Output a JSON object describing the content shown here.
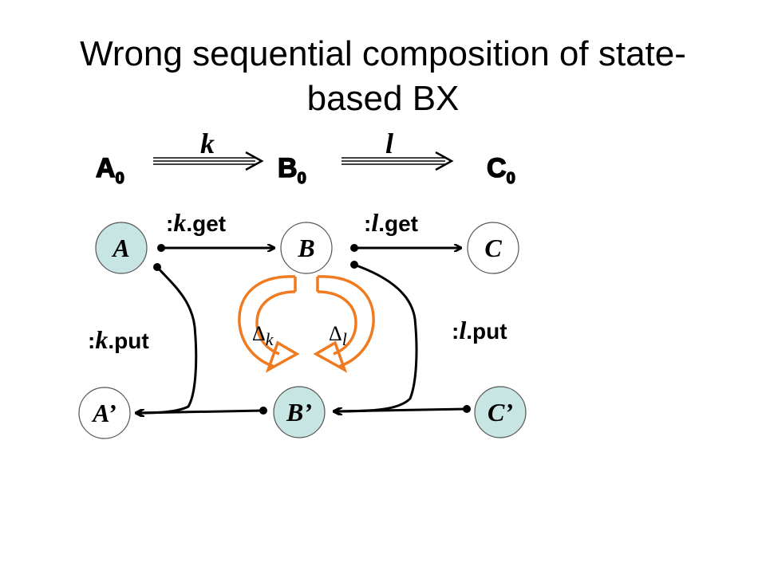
{
  "slide": {
    "title_line1": "Wrong sequential composition of state-",
    "title_line2": "based BX"
  },
  "top_row": {
    "a0": {
      "letter": "A",
      "sub": "0"
    },
    "b0": {
      "letter": "B",
      "sub": "0"
    },
    "c0": {
      "letter": "C",
      "sub": "0"
    },
    "arrow_k_label": "k",
    "arrow_l_label": "l"
  },
  "nodes": {
    "A": "A",
    "B": "B",
    "C": "C",
    "A_prime": "A’",
    "B_prime": "B’",
    "C_prime": "C’"
  },
  "edges": {
    "k_get": {
      "prefix": ":",
      "lens": "k",
      "op": ".get"
    },
    "l_get": {
      "prefix": ":",
      "lens": "l",
      "op": ".get"
    },
    "k_put": {
      "prefix": ":",
      "lens": "k",
      "op": ".put"
    },
    "l_put": {
      "prefix": ":",
      "lens": "l",
      "op": ".put"
    }
  },
  "deltas": {
    "delta_k": {
      "symbol": "Δ",
      "sub": "k"
    },
    "delta_l": {
      "symbol": "Δ",
      "sub": "l"
    }
  },
  "colors": {
    "node_fill_shaded": "#c7e5e3",
    "node_fill_plain": "#ffffff",
    "orange": "#f07a1f",
    "black": "#000000"
  }
}
